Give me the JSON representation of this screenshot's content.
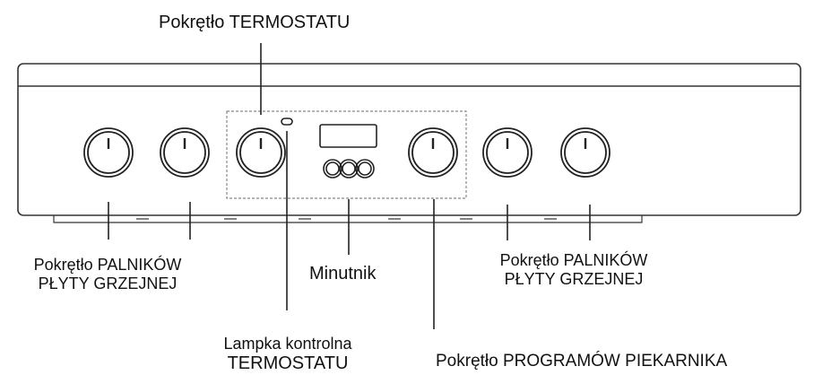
{
  "labels": {
    "thermostat_knob": "Pokrętło TERMOSTATU",
    "hob_knobs_left": {
      "line1": "Pokrętło PALNIKÓW",
      "line2": "PŁYTY GRZEJNEJ"
    },
    "timer": "Minutnik",
    "hob_knobs_right": {
      "line1": "Pokrętło PALNIKÓW",
      "line2": "PŁYTY GRZEJNEJ"
    },
    "thermostat_lamp": {
      "line1": "Lampka kontrolna",
      "line2": "TERMOSTATU"
    },
    "oven_program_knob": "Pokrętło PROGRAMÓW PIEKARNIKA"
  },
  "colors": {
    "line": "#222222",
    "panel_stroke": "#333333",
    "dashed": "#888888"
  }
}
